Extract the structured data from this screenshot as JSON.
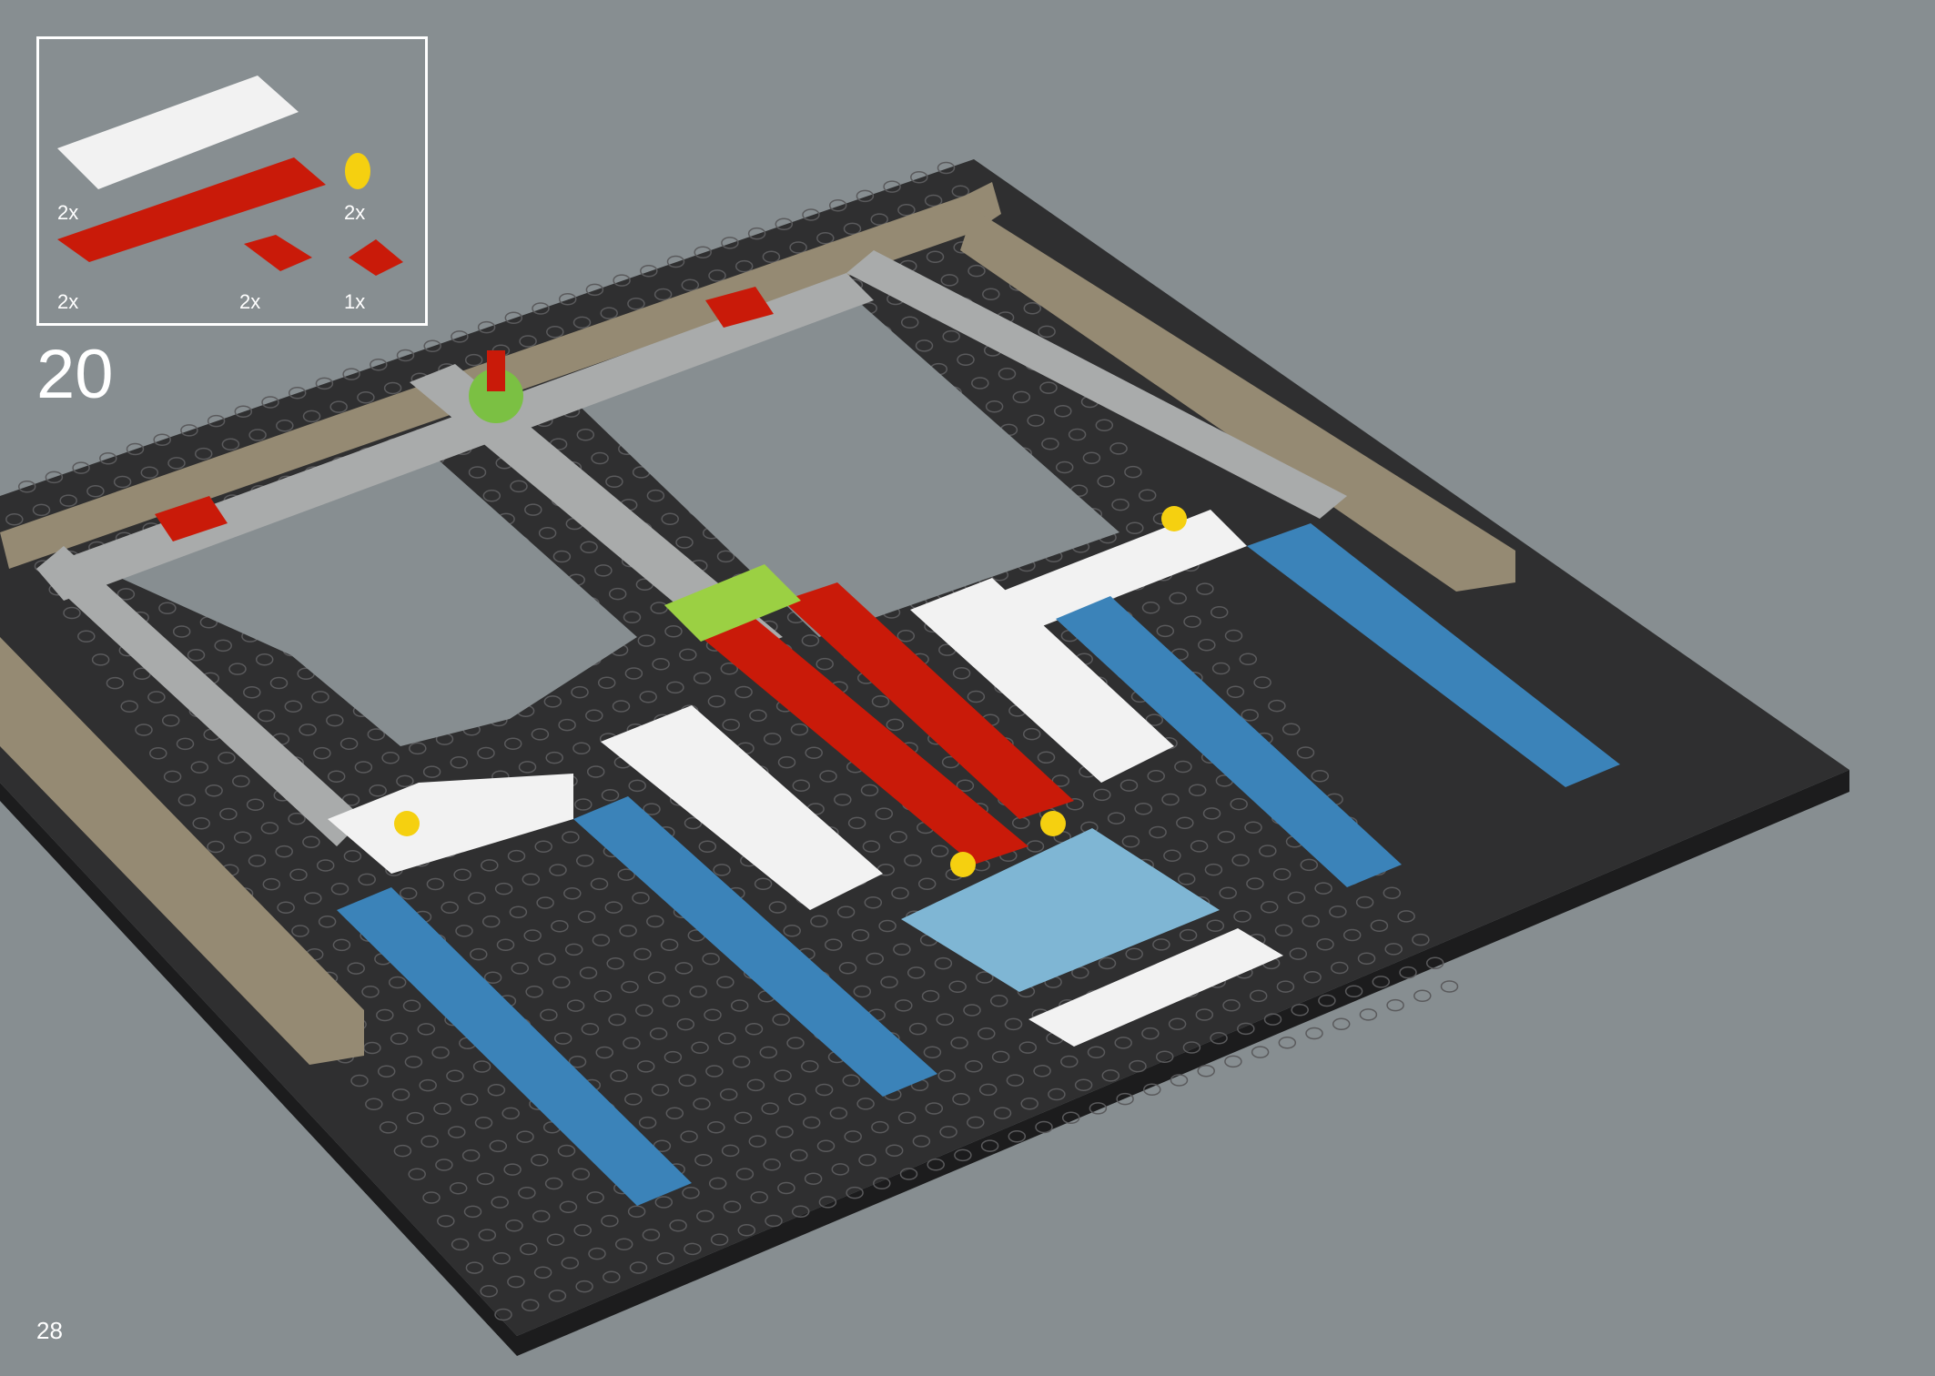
{
  "colors": {
    "background": "#878e91",
    "baseplate": "#2f2f30",
    "baseplate_edge": "#1c1c1d",
    "frame": "#ffffff",
    "light_gray": "#a9abab",
    "tan": "#958a73",
    "white": "#f2f2f2",
    "red": "#c91a09",
    "blue": "#3b83b9",
    "light_blue": "#7fb6d4",
    "lime": "#9bd043",
    "yellow": "#f5d010",
    "green": "#7bc043"
  },
  "step": {
    "number": "20"
  },
  "page": {
    "number": "28"
  },
  "parts_list": [
    {
      "name": "white-brick-2x10",
      "color": "white",
      "quantity": "2x"
    },
    {
      "name": "yellow-round-plate-1x1",
      "color": "yellow",
      "quantity": "2x"
    },
    {
      "name": "red-brick-1x12",
      "color": "red",
      "quantity": "2x"
    },
    {
      "name": "red-slope-2x2",
      "color": "red",
      "quantity": "2x"
    },
    {
      "name": "red-slope-1x2",
      "color": "red",
      "quantity": "1x"
    }
  ]
}
